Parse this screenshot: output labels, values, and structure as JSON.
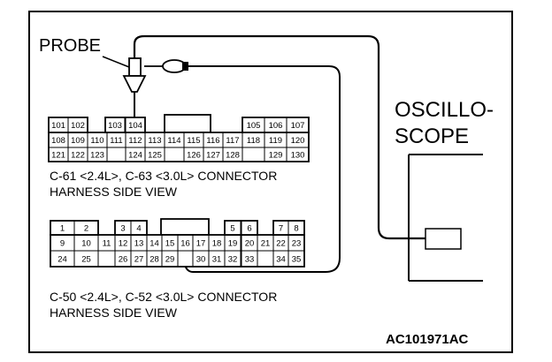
{
  "labels": {
    "probe": "PROBE",
    "oscilloscope_line1": "OSCILLO-",
    "oscilloscope_line2": "SCOPE",
    "upper_connector_line1": "C-61 <2.4L>, C-63 <3.0L> CONNECTOR",
    "upper_connector_line2": "HARNESS SIDE VIEW",
    "lower_connector_line1": "C-50 <2.4L>, C-52 <3.0L> CONNECTOR",
    "lower_connector_line2": "HARNESS SIDE VIEW",
    "figure_id": "AC101971AC"
  },
  "upper_connector": {
    "row1": [
      "101",
      "102",
      "103",
      "104",
      "105",
      "106",
      "107"
    ],
    "row2": [
      "108",
      "109",
      "110",
      "111",
      "112",
      "113",
      "114",
      "115",
      "116",
      "117",
      "118",
      "119",
      "120"
    ],
    "row3": [
      "121",
      "122",
      "123",
      "124",
      "125",
      "126",
      "127",
      "128",
      "129",
      "130"
    ],
    "probed_pin": "104"
  },
  "lower_connector": {
    "row1": [
      "1",
      "2",
      "3",
      "4",
      "5",
      "6",
      "7",
      "8"
    ],
    "row2": [
      "9",
      "10",
      "11",
      "12",
      "13",
      "14",
      "15",
      "16",
      "17",
      "18",
      "19",
      "20",
      "21",
      "22",
      "23"
    ],
    "row3": [
      "24",
      "25",
      "26",
      "27",
      "28",
      "29",
      "30",
      "31",
      "32",
      "33",
      "34",
      "35"
    ],
    "probed_pin": "16"
  }
}
